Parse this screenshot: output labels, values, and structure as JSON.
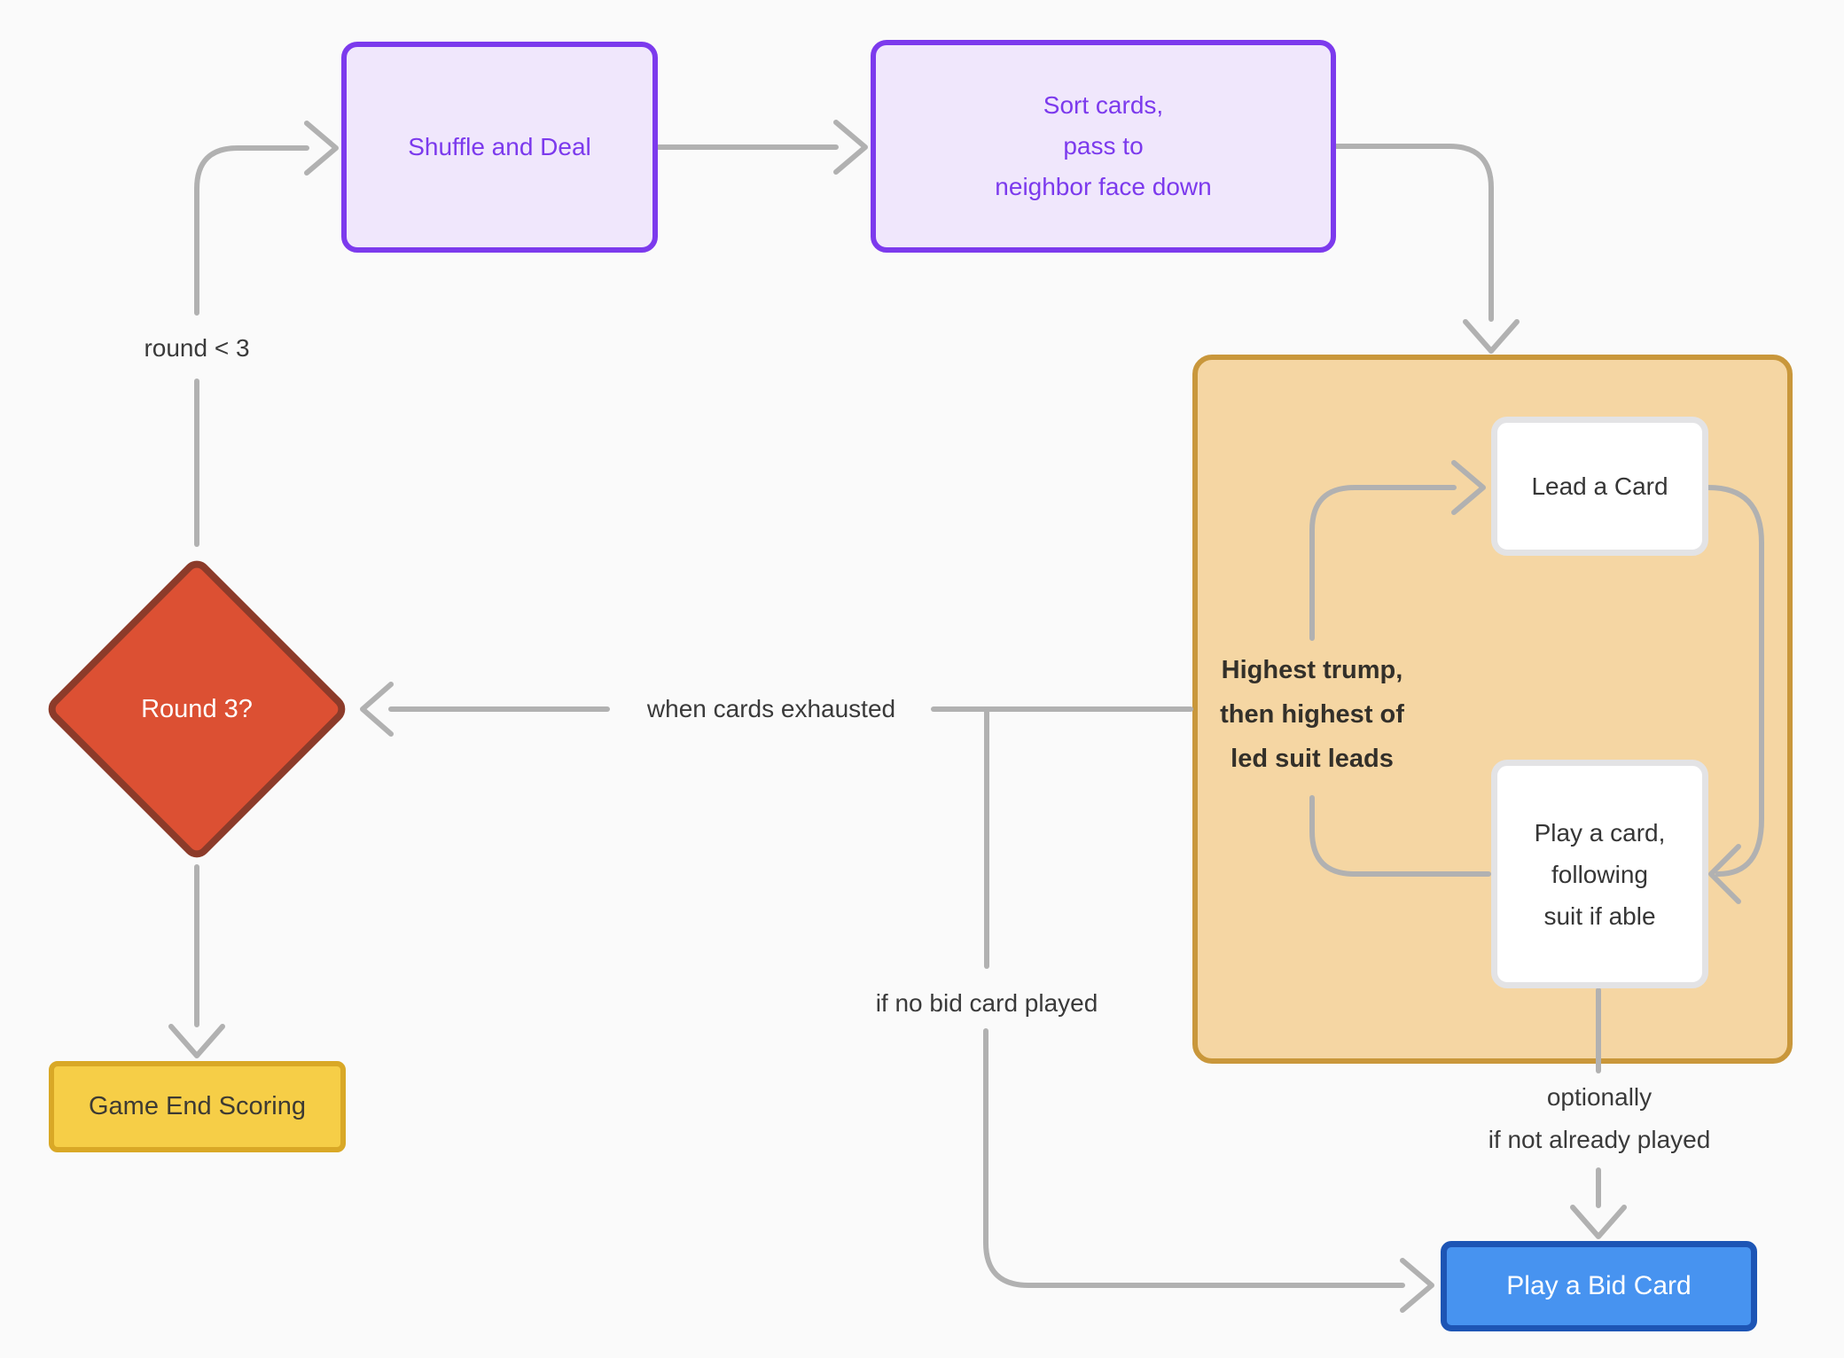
{
  "title": "Card game round flowchart",
  "colors": {
    "bg": "#FAFAFA",
    "edge": "#B1B1B1",
    "label-text": "#3A3A3A",
    "purple-fill": "#F0E7FC",
    "purple-border": "#7C3AED",
    "purple-text": "#7C3AED",
    "group-fill": "#F5D6A3",
    "group-border": "#C9973B",
    "group-label-text": "#33302A",
    "white-fill": "#FFFFFF",
    "white-border": "#E3E3E5",
    "node-text": "#363636",
    "diamond-fill": "#DC5033",
    "diamond-border": "#8C3B2A",
    "diamond-text": "#FFFFFF",
    "yellow-fill": "#F6CE47",
    "yellow-border": "#D9A826",
    "yellow-text": "#3D3A33",
    "blue-fill": "#4793F0",
    "blue-border": "#1D55B5",
    "blue-text": "#FFFFFF"
  },
  "nodes": {
    "shuffle": {
      "label": "Shuffle and Deal"
    },
    "sort": {
      "lines": [
        "Sort cards,",
        "pass to",
        "neighbor face down"
      ]
    },
    "lead": {
      "label": "Lead a Card"
    },
    "play": {
      "lines": [
        "Play a card,",
        "following",
        "suit if able"
      ]
    },
    "round3": {
      "label": "Round 3?"
    },
    "game_end": {
      "label": "Game End Scoring"
    },
    "bid": {
      "label": "Play a Bid Card"
    }
  },
  "edge_labels": {
    "round_lt_3": "round < 3",
    "when_cards_exhausted": "when cards exhausted",
    "if_no_bid_card_played": "if no bid card played",
    "optionally": [
      "optionally",
      "if not already played"
    ],
    "trick_rule": [
      "Highest trump,",
      "then highest of",
      "led suit leads"
    ]
  }
}
